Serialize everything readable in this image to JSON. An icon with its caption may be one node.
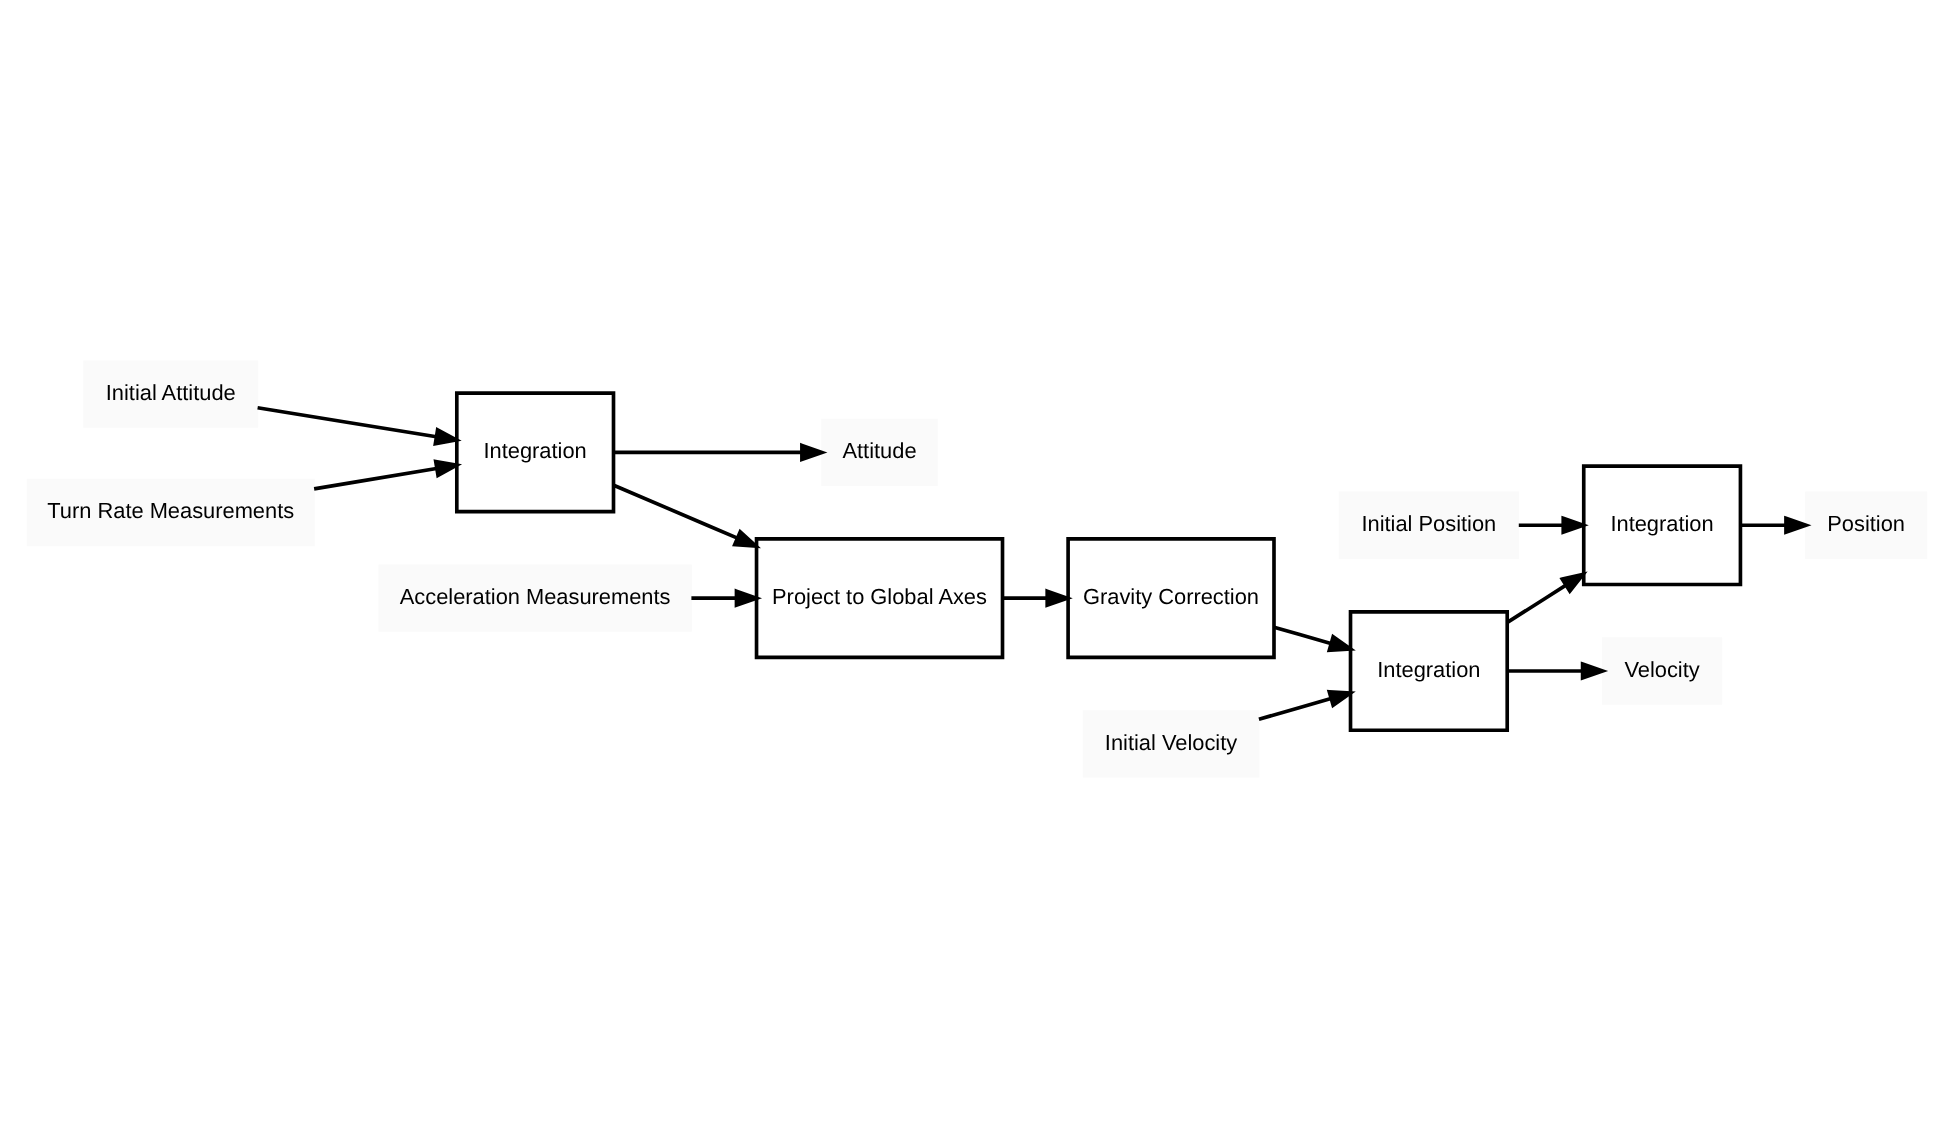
{
  "diagram": {
    "nodes": [
      {
        "text": [
          "Initial Attitude"
        ]
      },
      {
        "text": [
          "Turn Rate Measurements"
        ]
      },
      {
        "text": [
          "Integration"
        ]
      },
      {
        "text": [
          "Attitude"
        ]
      },
      {
        "text": [
          "Acceleration Measurements"
        ]
      },
      {
        "text": [
          "Project to Global Axes"
        ]
      },
      {
        "text": [
          "Gravity Correction"
        ]
      },
      {
        "text": [
          "Initial Velocity"
        ]
      },
      {
        "text": [
          "Integration"
        ]
      },
      {
        "text": [
          "Initial Position"
        ]
      },
      {
        "text": [
          "Integration"
        ]
      },
      {
        "text": [
          "Velocity"
        ]
      },
      {
        "text": [
          "Position"
        ]
      }
    ],
    "edges": [
      {
        "from": 0,
        "to": 2,
        "arrow": "to"
      },
      {
        "from": 1,
        "to": 2,
        "arrow": "to"
      },
      {
        "from": 2,
        "to": 3,
        "arrow": "to"
      },
      {
        "from": 2,
        "to": 5,
        "arrow": "to"
      },
      {
        "from": 4,
        "to": 5,
        "arrow": "to"
      },
      {
        "from": 5,
        "to": 6,
        "arrow": "to"
      },
      {
        "from": 6,
        "to": 8,
        "arrow": "to"
      },
      {
        "from": 7,
        "to": 8,
        "arrow": "to"
      },
      {
        "from": 8,
        "to": 10,
        "arrow": "to"
      },
      {
        "from": 8,
        "to": 11,
        "arrow": "to"
      },
      {
        "from": 9,
        "to": 10,
        "arrow": "to"
      },
      {
        "from": 10,
        "to": 12,
        "arrow": "to"
      }
    ]
  }
}
